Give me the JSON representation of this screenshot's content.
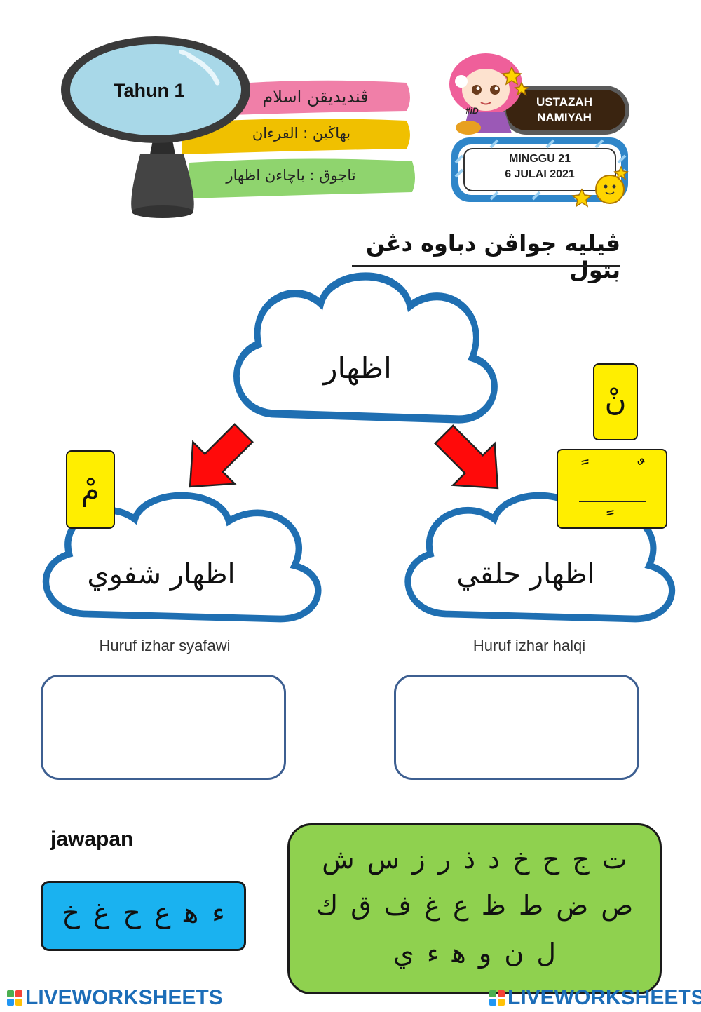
{
  "header": {
    "magnifier_label": "Tahun 1",
    "banners": [
      {
        "text": "ڤنديديقن اسلام",
        "color": "#f07fa8"
      },
      {
        "text": "بهاڬين  :  القرءان",
        "color": "#f0c000"
      },
      {
        "text": "تاجوق : باچاءن اظهار",
        "color": "#8fd46e"
      }
    ],
    "teacher_name_line1": "USTAZAH",
    "teacher_name_line2": "NAMIYAH",
    "avatar_tag": "#iD",
    "week_line1": "MINGGU 21",
    "week_line2": "6 JULAI 2021"
  },
  "instruction": "ڤيليه جواڤن دباوه دڠن بتول",
  "diagram": {
    "root_label": "اظهار",
    "left_label": "اظهار شفوي",
    "right_label": "اظهار حلقي",
    "left_caption": "Huruf izhar syafawi",
    "right_caption": "Huruf izhar halqi",
    "left_badge": "مْ",
    "right_badge_top": "نْ",
    "right_badge_marks": [
      "ً",
      "ٍ",
      "ٌ"
    ]
  },
  "answers": {
    "left_box_value": "",
    "right_box_value": ""
  },
  "answer_bank": {
    "heading": "jawapan",
    "blue_letters": "ء ﻫ ع ح غ خ",
    "green_rows": [
      "ت ج ح خ د ذ ر ز س ش",
      "ص ض ط ظ ع غ ف ق ك",
      "ل ن و ﻫ ء ي"
    ]
  },
  "footer": {
    "logo_text": "LIVEWORKSHEETS"
  },
  "colors": {
    "cloud_outline": "#1f6fb2",
    "arrow": "#ff0a0a",
    "badge_yellow": "#ffee00",
    "blue_box": "#1ab2f0",
    "green_box": "#8fd14f",
    "brand_blue": "#1c6db8"
  }
}
